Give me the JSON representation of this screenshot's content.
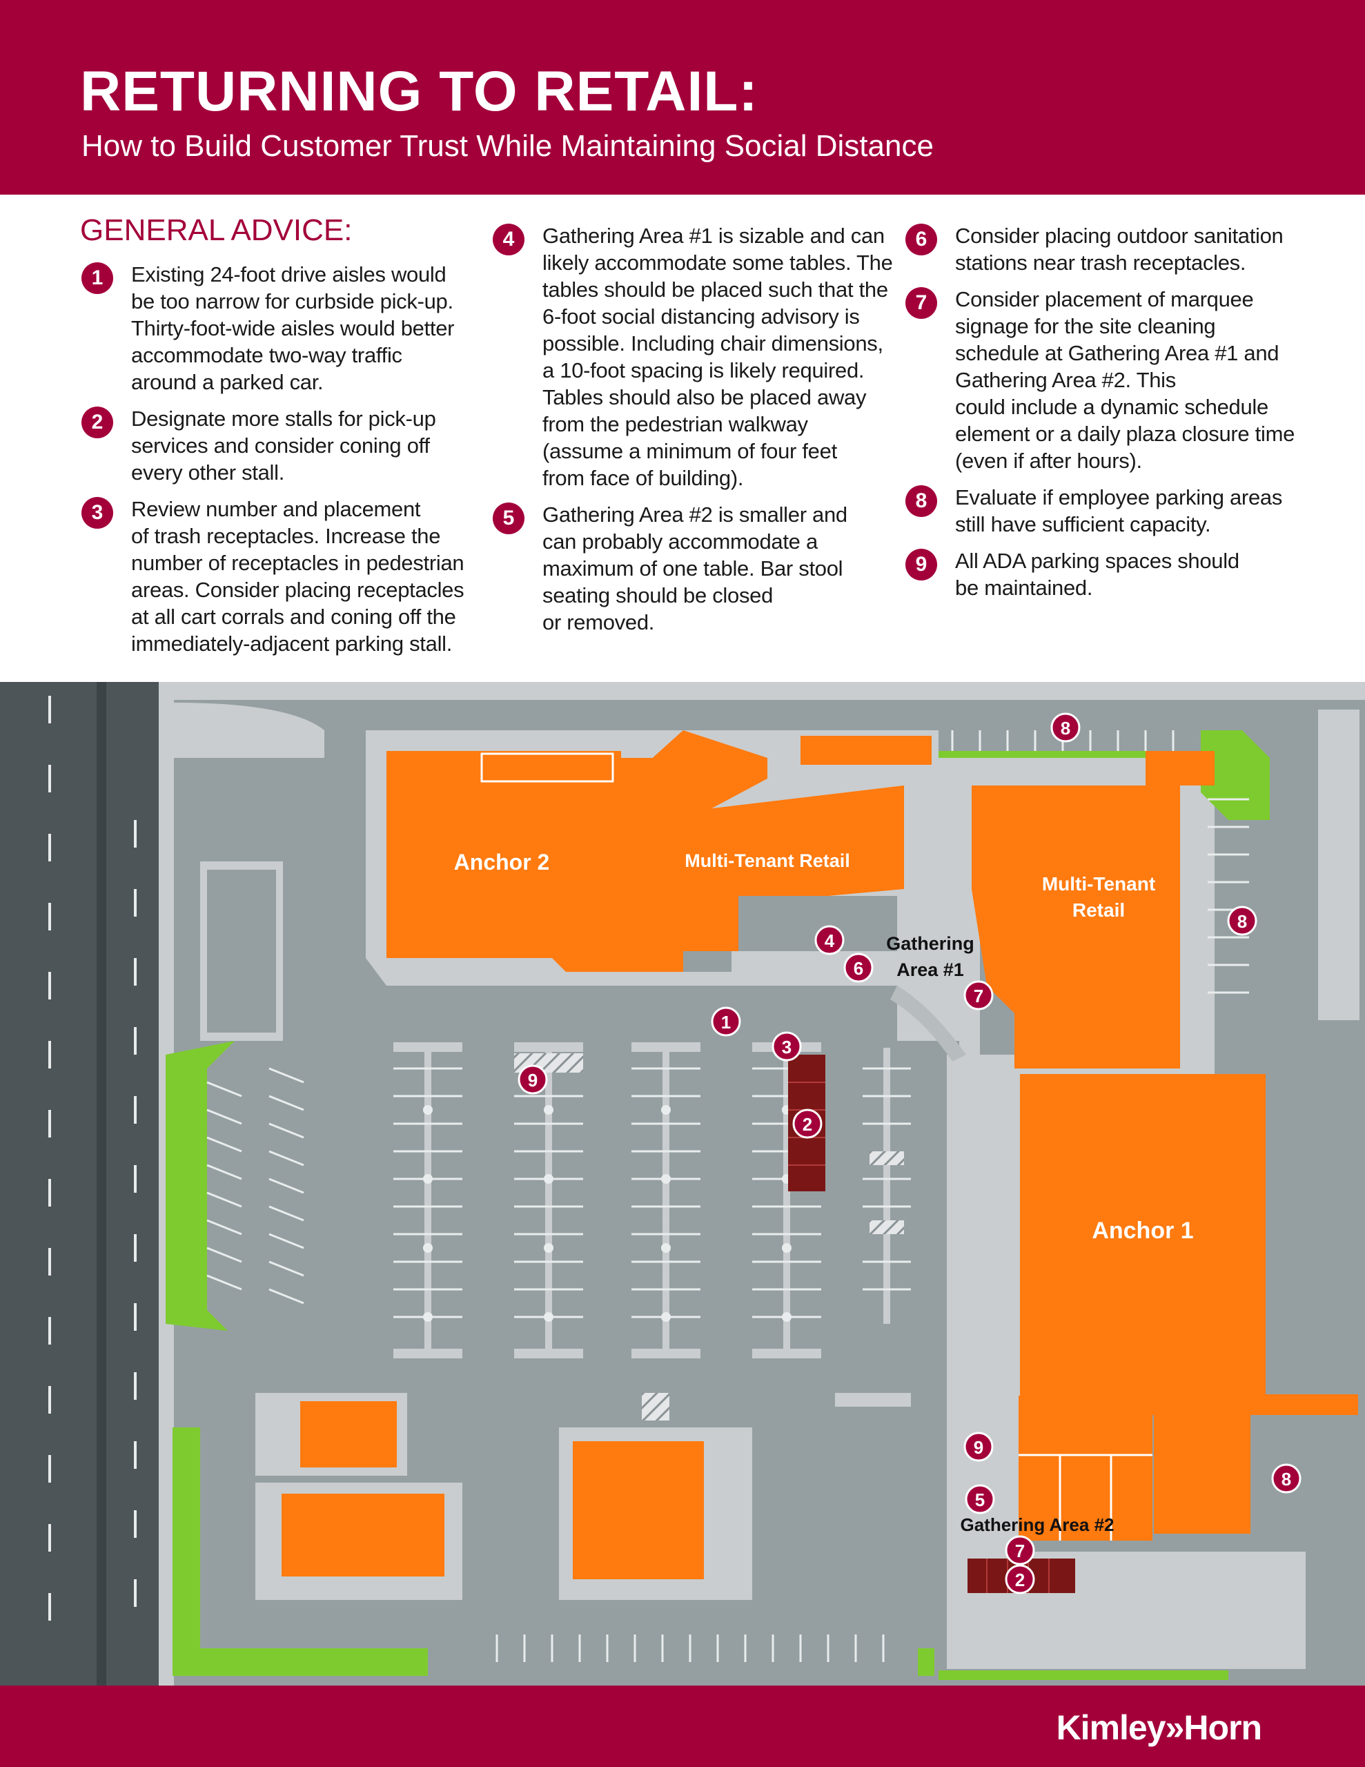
{
  "header": {
    "title": "RETURNING TO RETAIL:",
    "subtitle": "How to Build Customer Trust While Maintaining Social Distance"
  },
  "advice": {
    "heading": "GENERAL ADVICE:",
    "items": [
      {
        "num": "1",
        "text": "Existing 24-foot drive aisles would\nbe too narrow for curbside pick-up.\nThirty-foot-wide aisles would better\naccommodate two-way traffic\naround a parked car."
      },
      {
        "num": "2",
        "text": "Designate more stalls for pick-up\nservices and consider coning off\nevery other stall."
      },
      {
        "num": "3",
        "text": "Review number and placement\nof trash receptacles. Increase the\nnumber of receptacles in pedestrian\nareas. Consider placing receptacles\nat all cart corrals and coning off the\nimmediately-adjacent parking stall."
      },
      {
        "num": "4",
        "text": "Gathering Area #1 is sizable and can\nlikely accommodate some tables. The\ntables should be placed such that the\n6-foot social distancing advisory is\npossible. Including chair dimensions,\na 10-foot spacing is likely required.\nTables should also be placed away\nfrom the pedestrian walkway\n(assume a minimum of four feet\nfrom face of building)."
      },
      {
        "num": "5",
        "text": "Gathering Area #2 is smaller and\ncan probably accommodate a\nmaximum of one table. Bar stool\nseating should be closed\nor removed."
      },
      {
        "num": "6",
        "text": "Consider placing outdoor sanitation\nstations near trash receptacles."
      },
      {
        "num": "7",
        "text": "Consider placement of marquee\nsignage for the site cleaning\nschedule at Gathering Area #1 and\nGathering Area #2. This\ncould include a dynamic schedule\nelement or a daily plaza closure time\n(even if after hours)."
      },
      {
        "num": "8",
        "text": "Evaluate if employee parking areas\nstill have sufficient capacity."
      },
      {
        "num": "9",
        "text": "All ADA parking spaces should\nbe maintained."
      }
    ]
  },
  "map": {
    "buildings": {
      "anchor2": "Anchor 2",
      "mtr_left": "Multi-Tenant Retail",
      "mtr_right_1": "Multi-Tenant",
      "mtr_right_2": "Retail",
      "anchor1": "Anchor 1"
    },
    "areas": {
      "ga1_line1": "Gathering",
      "ga1_line2": "Area #1",
      "ga2": "Gathering Area #2"
    },
    "markers": {
      "m8a": "8",
      "m8b": "8",
      "m8c": "8",
      "m4": "4",
      "m6": "6",
      "m7a": "7",
      "m1": "1",
      "m3": "3",
      "m9a": "9",
      "m2a": "2",
      "m9b": "9",
      "m5": "5",
      "m7b": "7",
      "m2b": "2"
    },
    "colors": {
      "building": "#ff7a0f",
      "parking": "#959fa2",
      "sidewalk": "#c9cdcf",
      "road": "#4d5559",
      "landscape": "#7ecb2f",
      "pickup_stall": "#7a1616",
      "marker": "#a3003a"
    }
  },
  "footer": {
    "logo": "Kimley»Horn"
  }
}
